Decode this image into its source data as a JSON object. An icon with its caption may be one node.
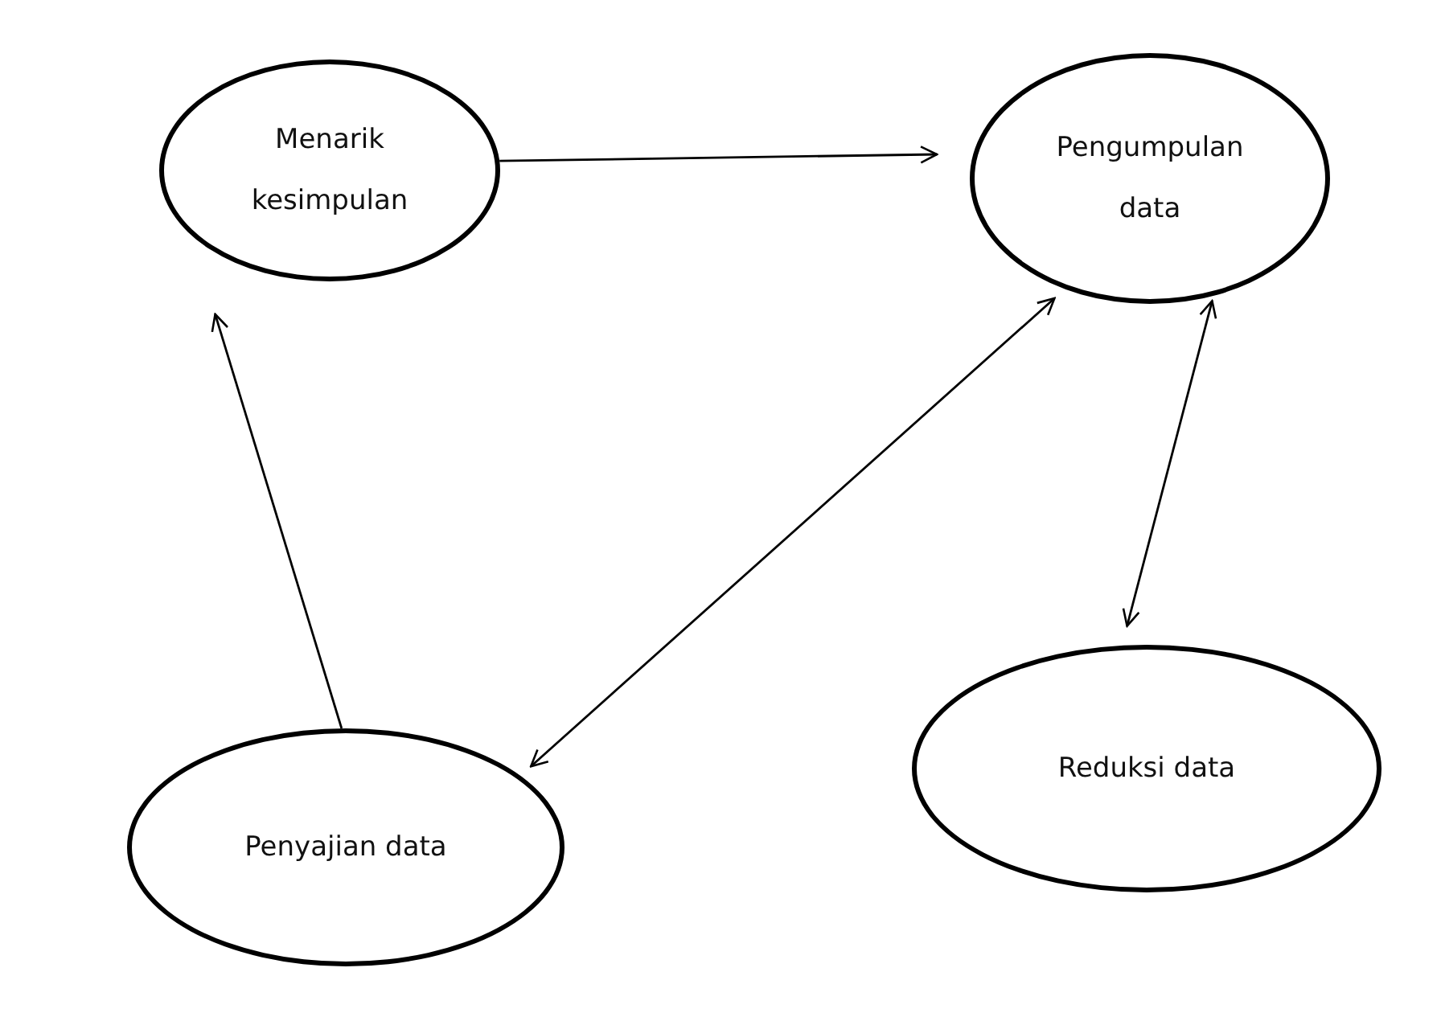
{
  "diagram": {
    "nodes": [
      {
        "text": [
          "Menarik kesimpulan"
        ]
      },
      {
        "text": [
          "Pengumpulan data"
        ]
      },
      {
        "text": [
          "Penyajian data"
        ]
      },
      {
        "text": [
          "Reduksi data"
        ]
      }
    ],
    "edges": [
      {
        "from": 0,
        "to": 1,
        "arrow": "to"
      },
      {
        "from": 2,
        "to": 0,
        "arrow": "to"
      },
      {
        "from": 2,
        "to": 1,
        "arrow": "both"
      },
      {
        "from": 1,
        "to": 3,
        "arrow": "both"
      }
    ]
  }
}
